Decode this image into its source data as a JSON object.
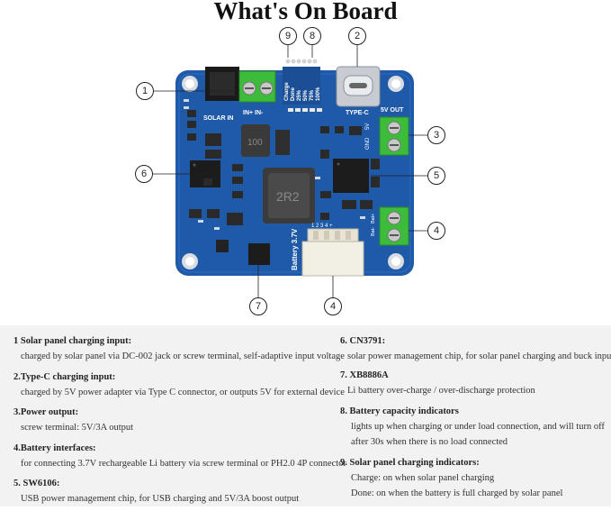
{
  "title": "What's On Board",
  "board_labels": {
    "solar_in": "SOLAR IN",
    "in_plus_minus": "IN+  IN-",
    "type_c": "TYPE-C",
    "five_v_out": "5V OUT",
    "gnd": "GND",
    "five_v": "5V",
    "charge": "Charge",
    "done": "Done",
    "pct25": "25%",
    "pct50": "50%",
    "pct75": "75%",
    "pct100": "100%",
    "battery": "Battery 3.7V",
    "bat_minus": "Bat-",
    "bat_plus": "Bat+",
    "inductor1": "100",
    "inductor2": "2R2",
    "conn_pins": "1 2 3 4 +"
  },
  "callouts": [
    "1",
    "2",
    "3",
    "4",
    "5",
    "6",
    "7",
    "8",
    "9",
    "4"
  ],
  "legend_left": [
    {
      "title": "1 Solar panel charging input:",
      "desc": "charged by solar panel via DC-002 jack or screw terminal, self-adaptive input voltage"
    },
    {
      "title": "2.Type-C charging input:",
      "desc": "charged by 5V power adapter via Type C connector, or outputs 5V for external device"
    },
    {
      "title": "3.Power output:",
      "desc": "screw terminal: 5V/3A output"
    },
    {
      "title": "4.Battery interfaces:",
      "desc": "for connecting 3.7V rechargeable Li battery via screw terminal or PH2.0 4P connector"
    },
    {
      "title": "5. SW6106:",
      "desc": "USB power management chip, for USB charging and 5V/3A boost output"
    }
  ],
  "legend_right": [
    {
      "title": "6. CN3791:",
      "lines": [
        "solar power management chip, for solar panel charging and buck input"
      ]
    },
    {
      "title": "7. XB8886A",
      "lines": [
        "Li battery over-charge / over-discharge protection"
      ]
    },
    {
      "title": "8. Battery capacity indicators",
      "lines": [
        "lights up when charging or under load connection, and will turn off",
        "after 30s when there is no load connected"
      ]
    },
    {
      "title": "9. Solar panel charging indicators:",
      "lines": [
        "Charge: on when solar panel charging",
        "Done: on when the battery is full charged by solar panel"
      ]
    }
  ],
  "colors": {
    "pcb": "#1f5aa8",
    "pcb_dark": "#17488a",
    "terminal": "#3dbb3a",
    "silk": "#ffffff"
  }
}
